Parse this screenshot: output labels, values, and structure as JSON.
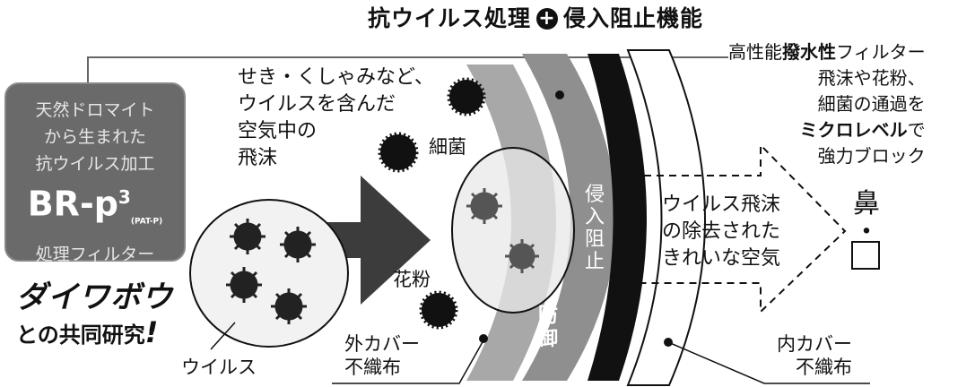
{
  "title": {
    "left": "抗ウイルス処理",
    "plus": "+",
    "right": "侵入阻止機能"
  },
  "badge": {
    "line1": "天然ドロマイト",
    "line2": "から生まれた",
    "line3": "抗ウイルス加工",
    "brand_main": "BR-p",
    "brand_sup": "3",
    "brand_sub": "(PAT-P)",
    "line5": "処理フィルター"
  },
  "partner": {
    "name": "ダイワボウ",
    "joint": "との共同研究",
    "exclaim": "!"
  },
  "labels": {
    "droplet": [
      "せき・くしゃみなど、",
      "ウイルスを含んだ",
      "空気中の",
      "飛沫"
    ],
    "bacteria": "細菌",
    "pollen": "花粉",
    "virus": "ウイルス",
    "outer_cover": [
      "外カバー",
      "不織布"
    ],
    "inner_cover": [
      "内カバー",
      "不織布"
    ],
    "defense": [
      "防",
      "御"
    ],
    "intrusion": [
      "侵",
      "入",
      "阻",
      "止"
    ],
    "clean_air": [
      "ウイルス飛沫",
      "の除去された",
      "きれいな空気"
    ],
    "nose_mouth": [
      "鼻",
      "・",
      "口"
    ]
  },
  "filter_note": {
    "line1_a": "高性能",
    "line1_b": "撥水性",
    "line1_c": "フィルター",
    "line2": "飛沫や花粉、",
    "line3": "細菌の通過を",
    "line4_a": "ミクロレベル",
    "line4_b": "で",
    "line5": "強力ブロック"
  },
  "colors": {
    "dark": "#111111",
    "gray_layer": "#9a9a9a",
    "badge": "#6a6a6a",
    "arrow": "#3c3c3c"
  }
}
